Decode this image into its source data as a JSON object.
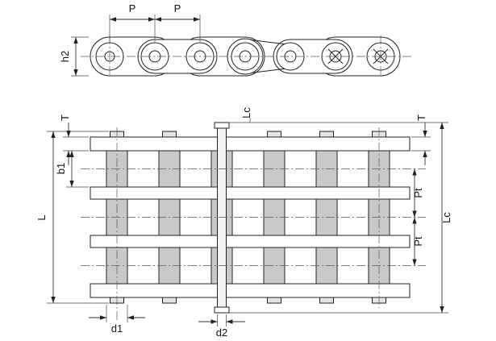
{
  "drawing": {
    "labels": {
      "p1": "P",
      "p2": "P",
      "h2": "h2",
      "t_left": "T",
      "t_right": "T",
      "b1": "b1",
      "l": "L",
      "pt1": "Pt",
      "pt2": "Pt",
      "lc_top": "Lc",
      "lc_right": "Lc",
      "d1": "d1",
      "d2": "d2"
    },
    "colors": {
      "line": "#222222",
      "roller_fill": "#c9c9c9",
      "pin_cap_fill": "#e4e4e4",
      "long_pin_fill": "#f2f2f2",
      "background": "#ffffff"
    }
  }
}
